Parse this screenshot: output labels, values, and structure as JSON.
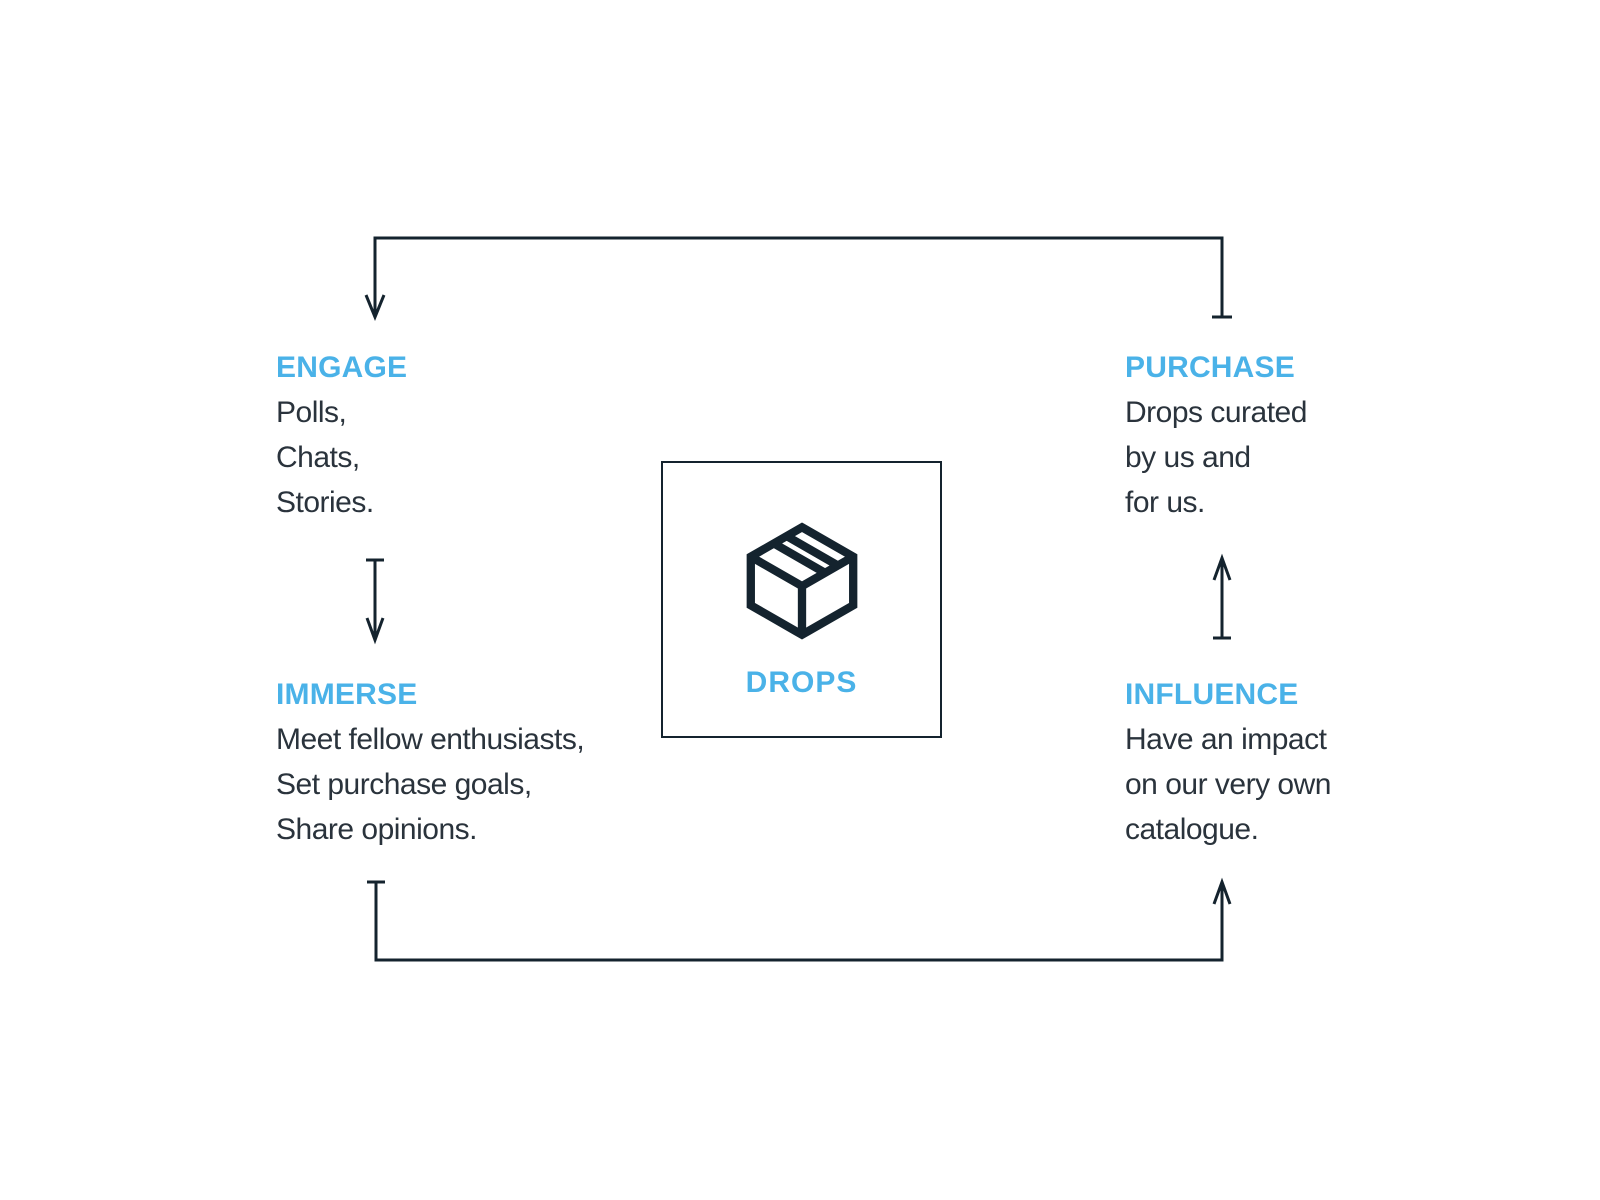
{
  "center": {
    "label": "DROPS",
    "icon": "package-box-icon"
  },
  "nodes": {
    "engage": {
      "title": "ENGAGE",
      "lines": [
        "Polls,",
        "Chats,",
        "Stories."
      ]
    },
    "purchase": {
      "title": "PURCHASE",
      "lines": [
        "Drops curated",
        "by us and",
        "for us."
      ]
    },
    "immerse": {
      "title": "IMMERSE",
      "lines": [
        "Meet fellow enthusiasts,",
        "Set purchase goals,",
        "Share opinions."
      ]
    },
    "influence": {
      "title": "INFLUENCE",
      "lines": [
        "Have an impact",
        "on our very own",
        "catalogue."
      ]
    }
  },
  "flow": {
    "top_arrow": {
      "from": "PURCHASE",
      "to": "ENGAGE"
    },
    "left_arrow": {
      "from": "ENGAGE",
      "to": "IMMERSE"
    },
    "bottom_arrow": {
      "from": "IMMERSE",
      "to": "INFLUENCE"
    },
    "right_arrow": {
      "from": "INFLUENCE",
      "to": "PURCHASE"
    }
  },
  "colors": {
    "accent_blue": "#4ab2e8",
    "line_dark": "#14232e",
    "text_dark": "#2a333c",
    "background": "#ffffff"
  }
}
